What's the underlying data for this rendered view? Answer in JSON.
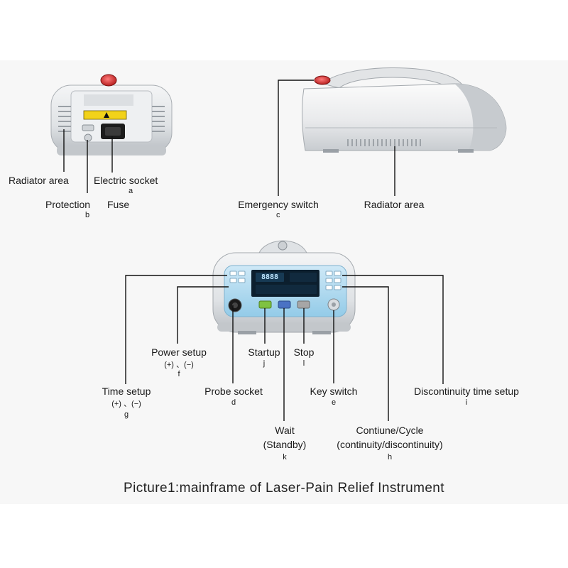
{
  "labels": {
    "radiator_area_left": "Radiator area",
    "electric_socket": "Electric socket",
    "letter_a": "a",
    "protection": "Protection",
    "fuse": "Fuse",
    "letter_b": "b",
    "emergency_switch": "Emergency switch",
    "letter_c": "c",
    "radiator_area_right": "Radiator area",
    "power_setup": "Power setup",
    "power_setup_keys": "(+) 、(−)",
    "letter_f": "f",
    "startup": "Startup",
    "letter_j": "j",
    "stop": "Stop",
    "letter_l": "l",
    "time_setup": "Time setup",
    "time_setup_keys": "(+) 、(−)",
    "letter_g": "g",
    "probe_socket": "Probe socket",
    "letter_d": "d",
    "key_switch": "Key switch",
    "letter_e": "e",
    "discontinuity_time_setup": "Discontinuity time setup",
    "letter_i": "i",
    "wait": "Wait",
    "standby": "(Standby)",
    "letter_k": "k",
    "continue_cycle": "Contiune/Cycle",
    "continuity_discontinuity": "(continuity/discontinuity)",
    "letter_h": "h"
  },
  "display": {
    "digits": "8888"
  },
  "caption": "Picture1:mainframe of Laser-Pain Relief Instrument",
  "colors": {
    "device_body": "#e6e8ea",
    "emergency_red": "#d93a3a",
    "screen_blue": "#9fd4ee",
    "lcd_dark": "#0c1f2e",
    "btn_green": "#7fc241",
    "btn_blue": "#4a72c4",
    "btn_grey": "#a6a6a6",
    "warning_yellow": "#f2d21a"
  }
}
